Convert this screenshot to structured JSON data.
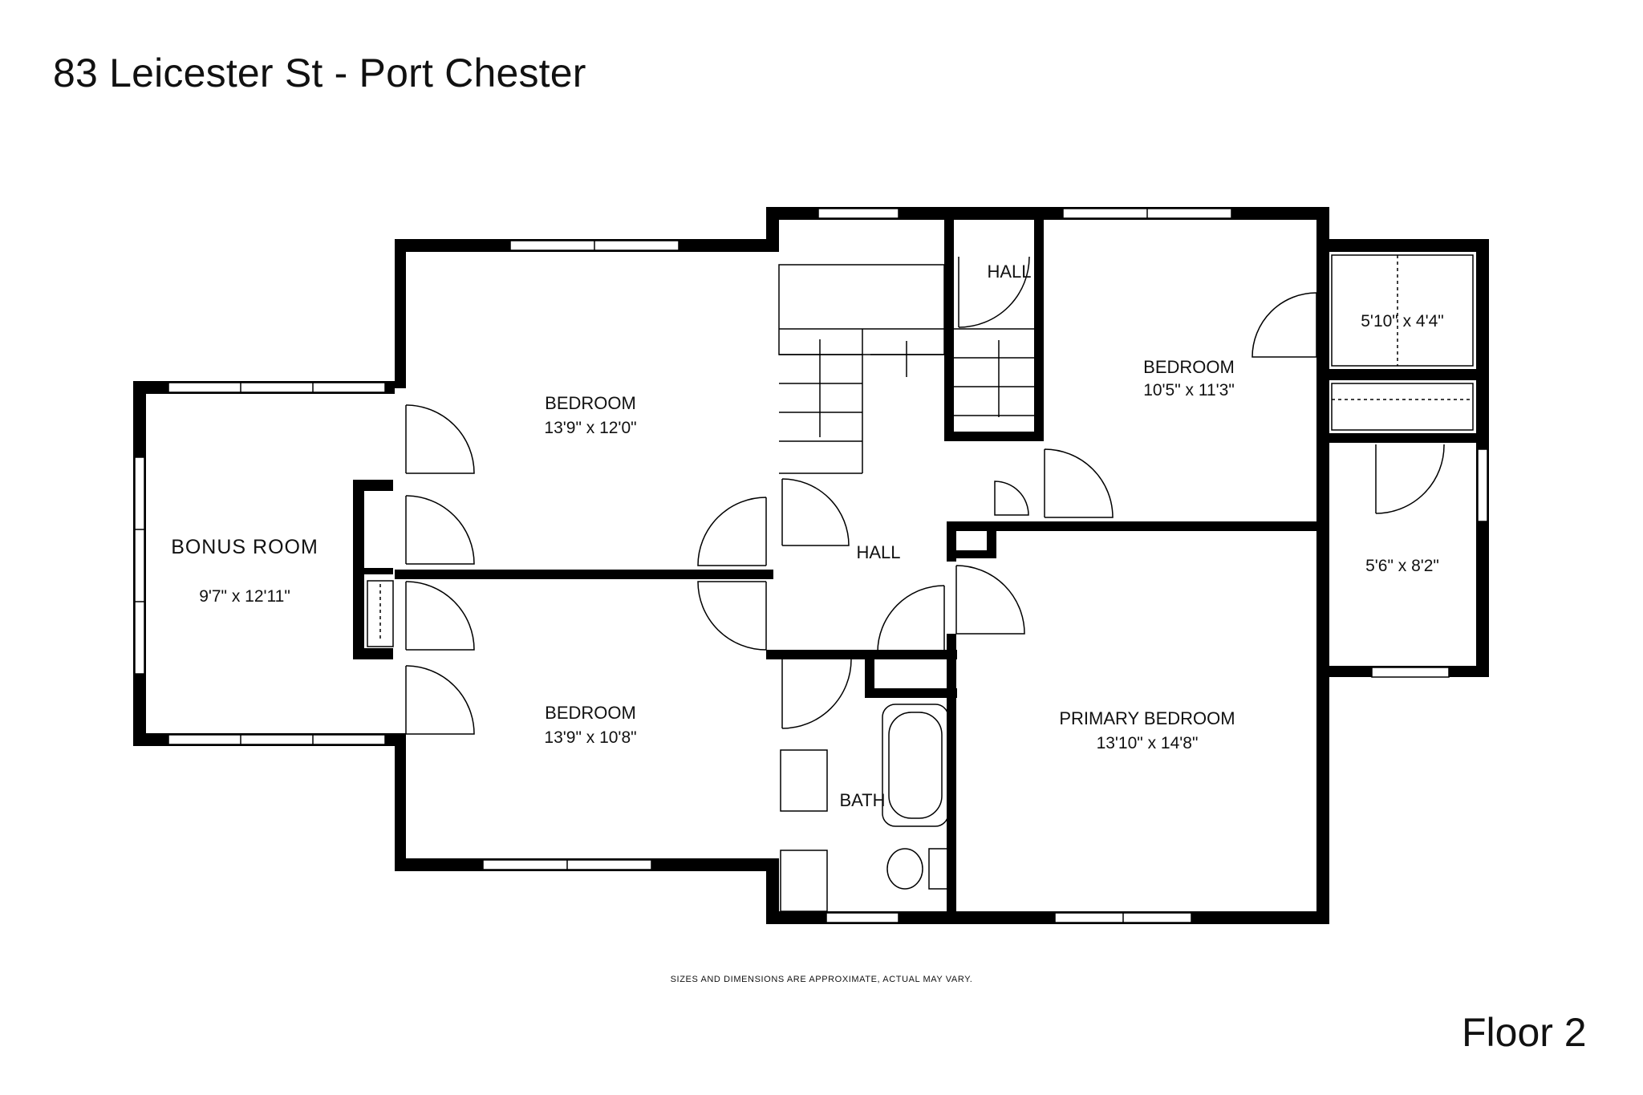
{
  "title": "83 Leicester St - Port Chester",
  "floor": "Floor 2",
  "disclaimer": "SIZES AND DIMENSIONS ARE APPROXIMATE, ACTUAL MAY VARY.",
  "rooms": {
    "bonus_room": {
      "name": "BONUS ROOM",
      "size": "9'7\" x 12'11\""
    },
    "bedroom_upper_left": {
      "name": "BEDROOM",
      "size": "13'9\" x 12'0\""
    },
    "bedroom_lower_left": {
      "name": "BEDROOM",
      "size": "13'9\" x 10'8\""
    },
    "hall_top": {
      "name": "HALL"
    },
    "hall_center": {
      "name": "HALL"
    },
    "bath": {
      "name": "BATH"
    },
    "bedroom_right": {
      "name": "BEDROOM",
      "size": "10'5\" x 11'3\""
    },
    "closet_upper_right": {
      "size": "5'10\" x 4'4\""
    },
    "room_right": {
      "size": "5'6\" x 8'2\""
    },
    "primary_bedroom": {
      "name": "PRIMARY BEDROOM",
      "size": "13'10\" x 14'8\""
    }
  }
}
